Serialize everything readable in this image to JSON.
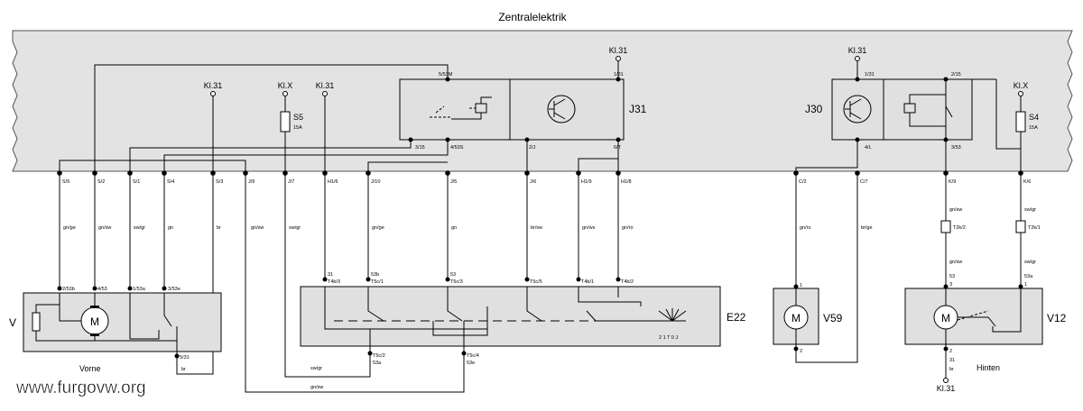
{
  "title": "Zentralelektrik",
  "watermark": "www.furgovw.org",
  "zentral_terminals": [
    "S/5",
    "S/2",
    "S/1",
    "S/4",
    "S/3",
    "J/9",
    "J/7",
    "H1/6",
    "J/10",
    "J/5",
    "J/6",
    "H1/9",
    "H1/8",
    "C/2",
    "C/7",
    "K/9",
    "K/6"
  ],
  "grounds": {
    "kl31_a": "Kl.31",
    "klx_a": "Kl.X",
    "kl31_b": "Kl.31",
    "kl31_c": "Kl.31",
    "kl31_d": "Kl.31",
    "klx_b": "Kl.X",
    "kl31_bottom": "Kl.31"
  },
  "fuses": {
    "s5_label": "S5",
    "s5_amp": "15A",
    "s4_label": "S4",
    "s4_amp": "15A"
  },
  "j31": {
    "label": "J31",
    "pin_553m": "5/53M",
    "pin_131": "1/31",
    "pin_315": "3/15",
    "pin_453s": "4/53S",
    "pin_2j": "2/J",
    "pin_6t": "6/T"
  },
  "j30": {
    "label": "J30",
    "pin_131": "1/31",
    "pin_215": "2/15",
    "pin_4l": "4/L",
    "pin_353": "3/53"
  },
  "wires": {
    "s5": "gn/ge",
    "s2": "gn/sw",
    "s1": "sw/gr",
    "s4": "gn",
    "s3": "br",
    "j9": "gn/sw",
    "j7": "sw/gr",
    "j10": "gn/ge",
    "j5": "gn",
    "j6": "br/sw",
    "h19": "gn/ws",
    "h18": "gn/ro",
    "c2": "gn/ro",
    "c7": "br/ge",
    "k9": "gn/sw",
    "k6": "sw/gr",
    "k9_low": "gn/sw",
    "k6_low": "sw/gr",
    "bottom_br": "br",
    "bottom_swgr": "sw/gr",
    "bottom_gnsw": "gn/sw",
    "v12_br": "br"
  },
  "motor_v": {
    "label": "V",
    "caption": "Vorne",
    "motor": "M",
    "pin_253b": "2/53b",
    "pin_453": "4/53",
    "pin_153a": "1/53a",
    "pin_353e": "3/53e",
    "pin_531": "5/31"
  },
  "e22": {
    "label": "E22",
    "pin31": "31",
    "pin31b": "T4b/3",
    "pin53b": "53b",
    "pin53bb": "T5c/1",
    "pin53": "53",
    "pin53bb2": "T5c/3",
    "pin_t5c5": "T5c/5",
    "pin_t4b1": "T4b/1",
    "pin_t4b2": "T4b/2",
    "pin_t5c2": "T5c/2",
    "pin_53a": "53a",
    "pin_t5c4": "T5c/4",
    "pin_53e": "53e",
    "positions": "2 1 T 0 J"
  },
  "v59": {
    "label": "V59",
    "motor": "M",
    "pin1": "1",
    "pin2": "2"
  },
  "v12": {
    "label": "V12",
    "caption": "Hinten",
    "motor": "M",
    "t2k2": "T2k/2",
    "t2k1": "T2k/1",
    "pin53": "53",
    "pin3": "3",
    "pin53a": "53a",
    "pin1": "1",
    "pin2": "2",
    "pin31": "31"
  }
}
